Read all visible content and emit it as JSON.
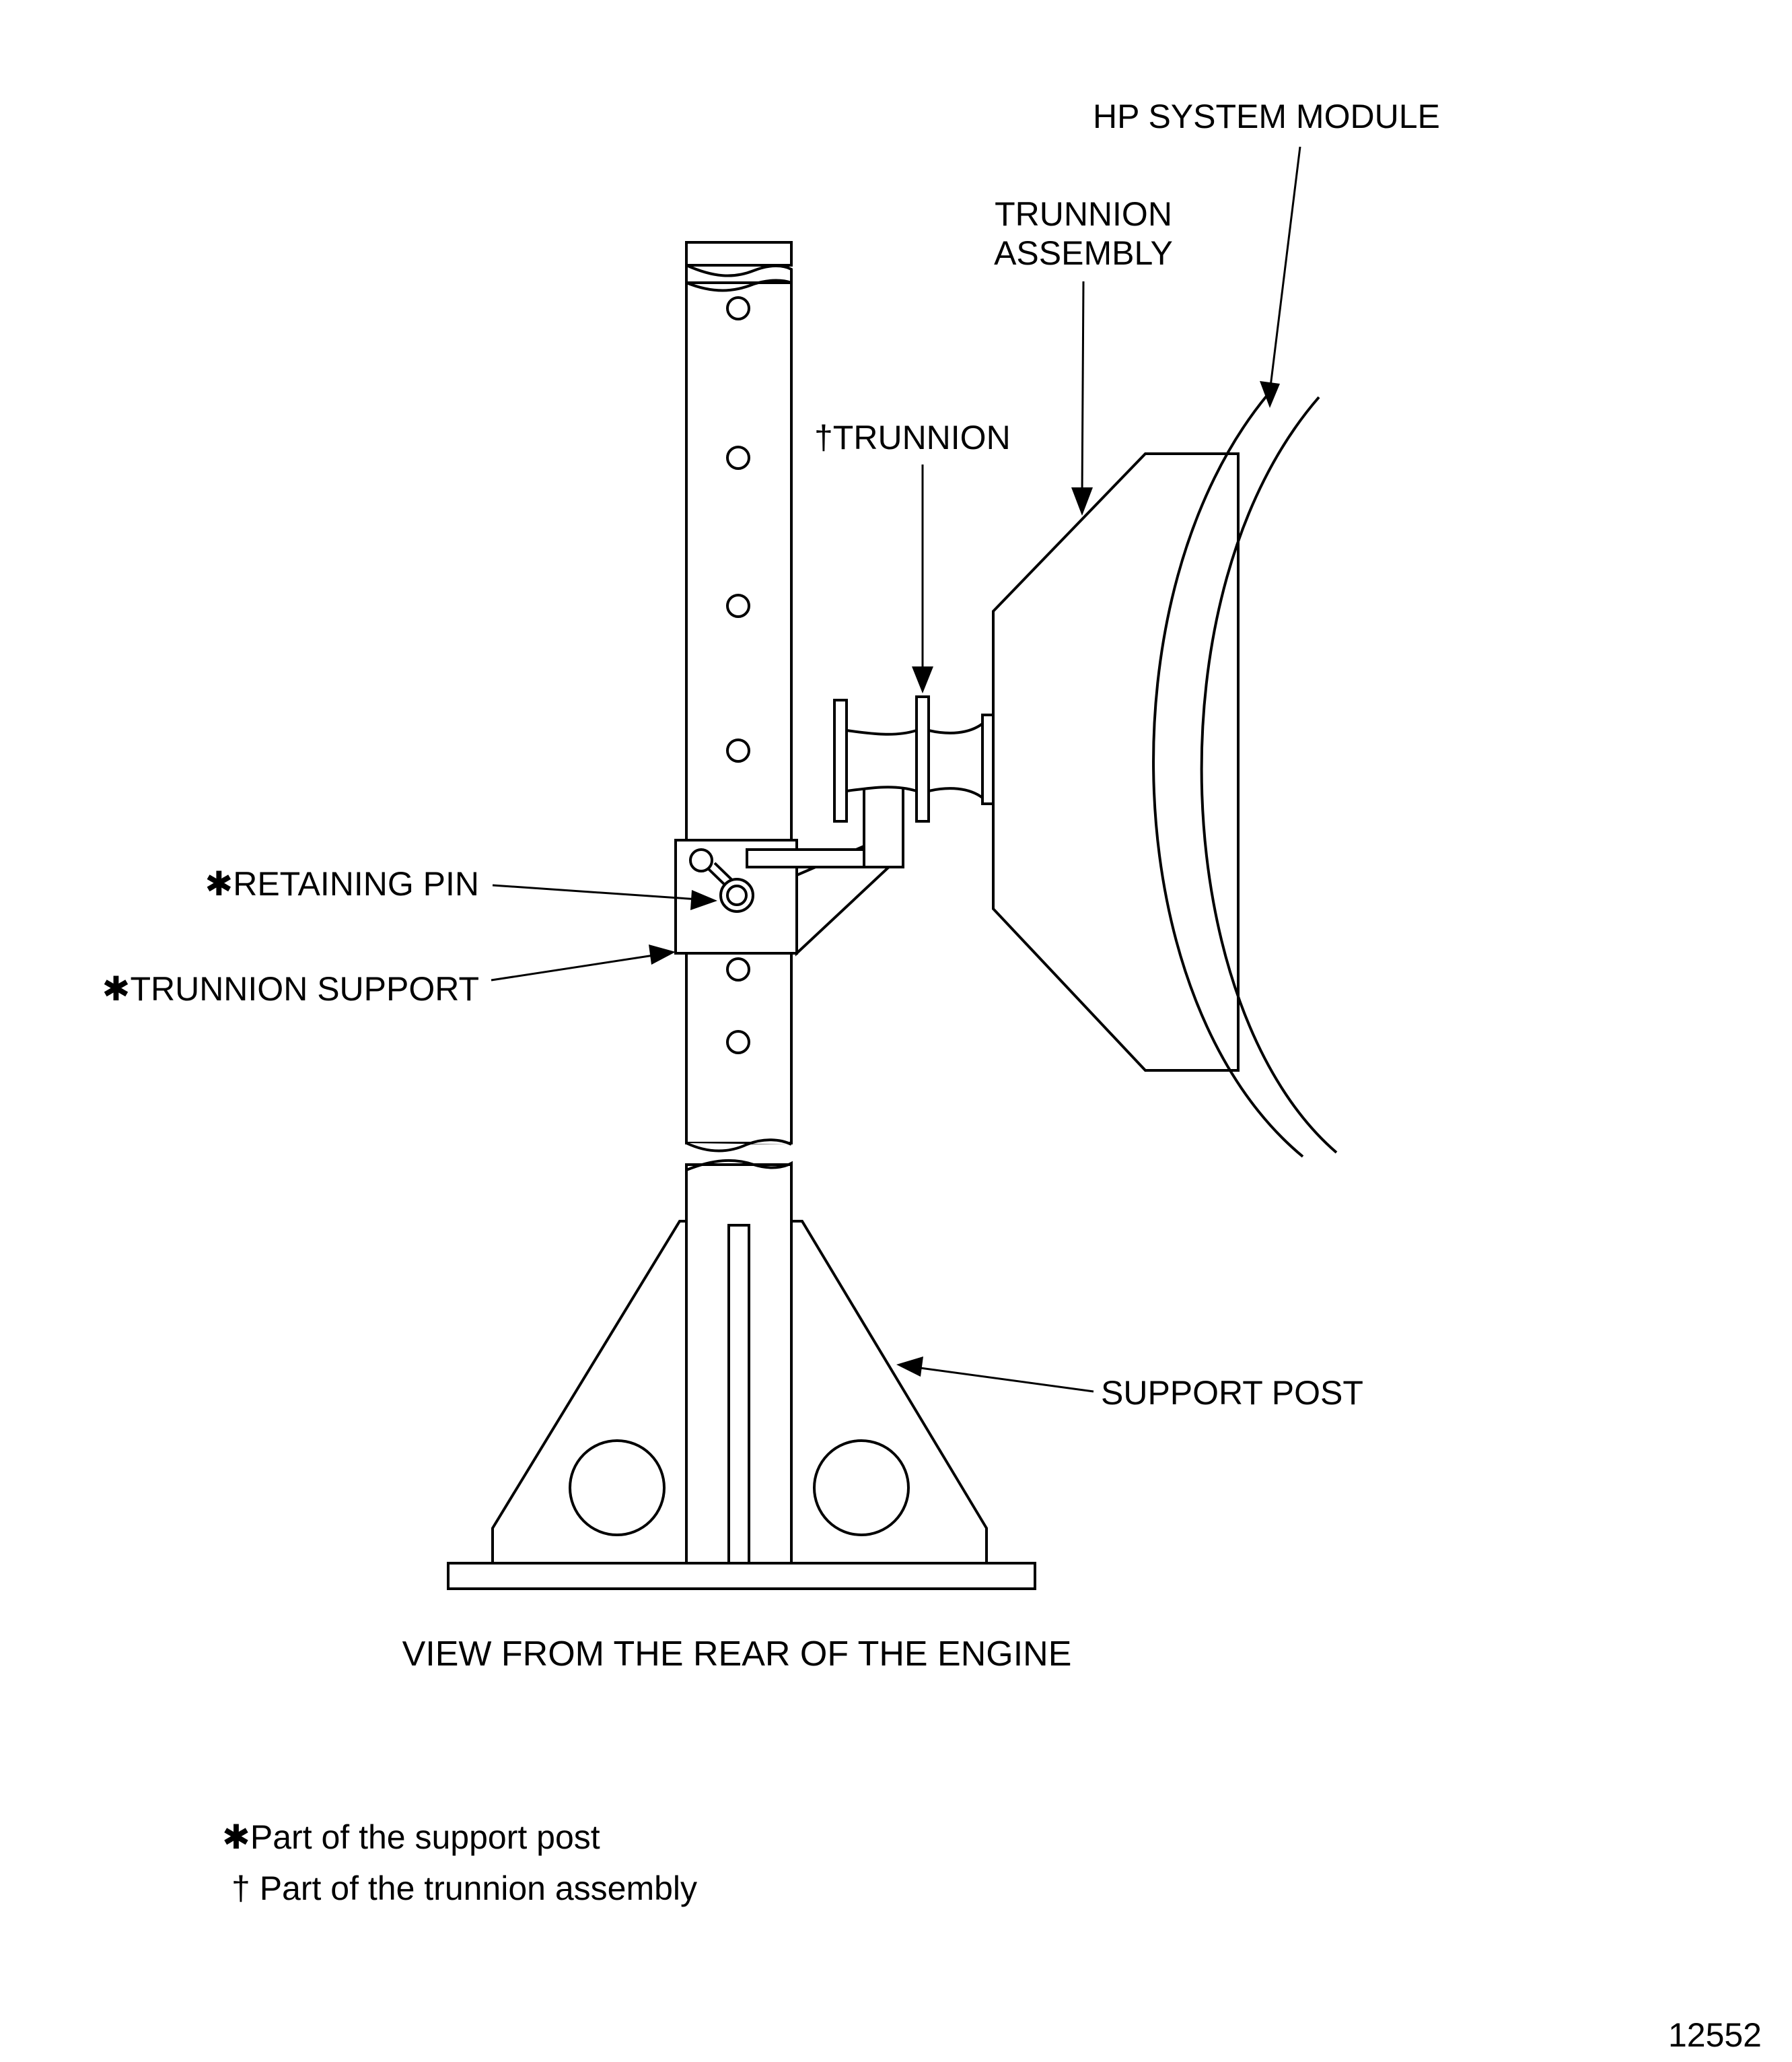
{
  "labels": {
    "hp_system_module": "HP SYSTEM MODULE",
    "trunnion_assembly_line1": "TRUNNION",
    "trunnion_assembly_line2": "ASSEMBLY",
    "trunnion": "†TRUNNION",
    "retaining_pin": "✱RETAINING PIN",
    "trunnion_support": "✱TRUNNION SUPPORT",
    "support_post": "SUPPORT POST"
  },
  "caption": "VIEW FROM THE REAR OF THE ENGINE",
  "notes": [
    "✱Part of the support post",
    "† Part of the trunnion assembly"
  ],
  "figure_number": "12552"
}
